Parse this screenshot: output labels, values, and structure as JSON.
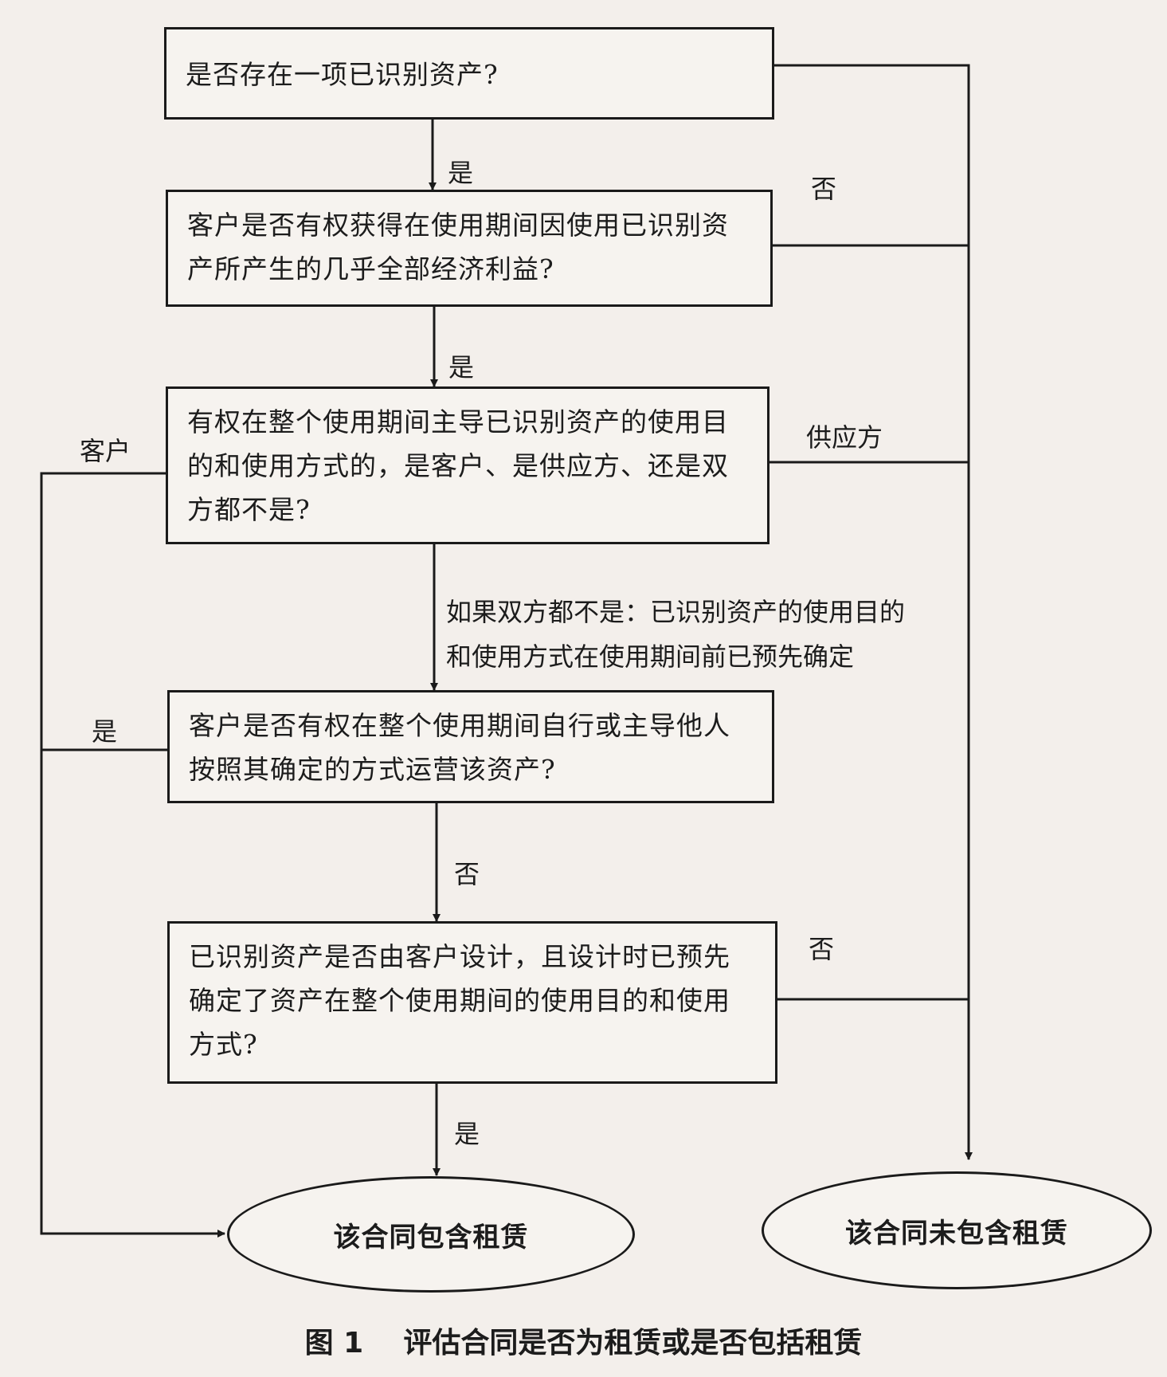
{
  "nodes": {
    "q1": "是否存在一项已识别资产?",
    "q2": "客户是否有权获得在使用期间因使用已识别资产所产生的几乎全部经济利益?",
    "q3": "有权在整个使用期间主导已识别资产的使用目的和使用方式的，是客户、是供应方、还是双方都不是?",
    "q4": "客户是否有权在整个使用期间自行或主导他人按照其确定的方式运营该资产?",
    "q5": "已识别资产是否由客户设计，且设计时已预先确定了资产在整个使用期间的使用目的和使用方式?",
    "end_contains": "该合同包含租赁",
    "end_not_contains": "该合同未包含租赁"
  },
  "edges": {
    "q1_yes": "是",
    "q2_yes": "是",
    "right_no_top": "否",
    "supplier": "供应方",
    "customer": "客户",
    "neither": "如果双方都不是：已识别资产的使用目的和使用方式在使用期间前已预先确定",
    "q4_yes": "是",
    "q4_no": "否",
    "q5_no": "否",
    "q5_yes": "是"
  },
  "caption": "图 1    评估合同是否为租赁或是否包括租赁"
}
